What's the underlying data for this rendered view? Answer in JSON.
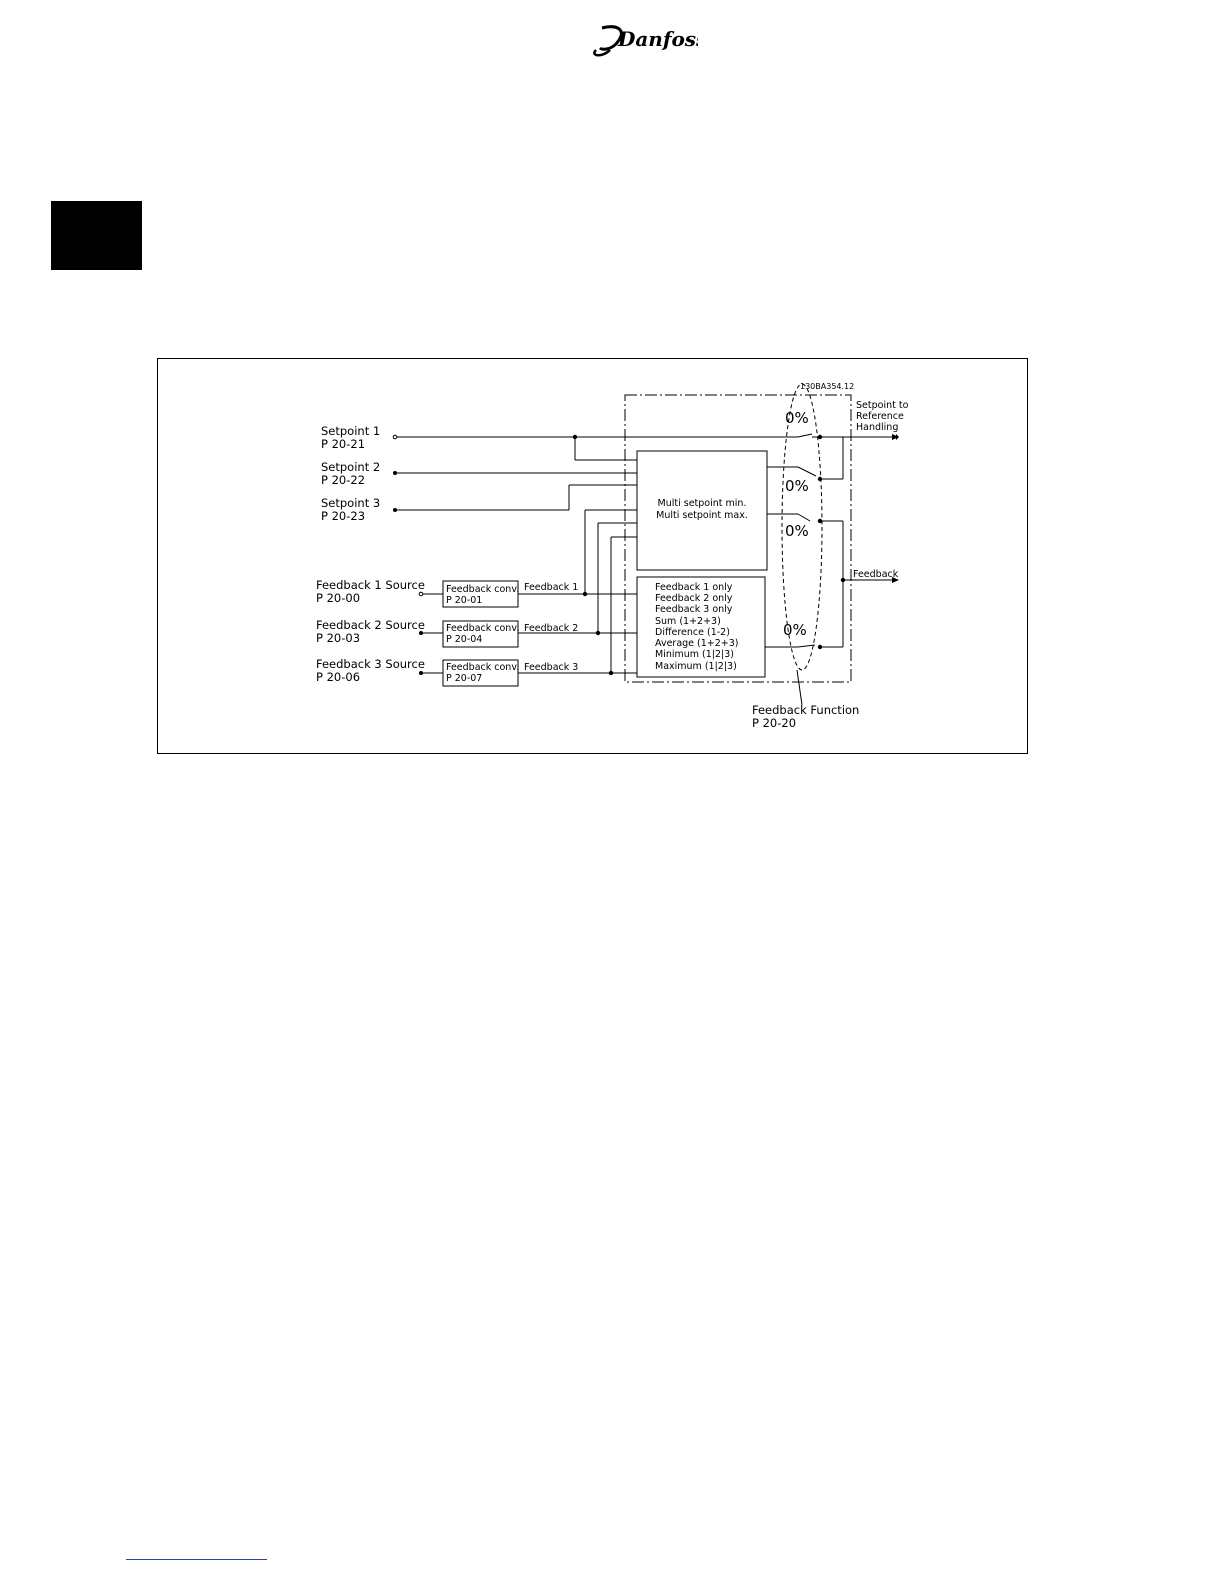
{
  "header": {
    "logo_text": "Danfoss"
  },
  "diagram": {
    "code": "130BA354.12",
    "setpoints": [
      {
        "name": "Setpoint 1",
        "param": "P 20-21"
      },
      {
        "name": "Setpoint 2",
        "param": "P 20-22"
      },
      {
        "name": "Setpoint 3",
        "param": "P 20-23"
      }
    ],
    "feedback_sources": [
      {
        "name": "Feedback 1 Source",
        "param": "P 20-00",
        "conv": "Feedback conv.",
        "conv_param": "P 20-01",
        "out": "Feedback 1"
      },
      {
        "name": "Feedback 2 Source",
        "param": "P 20-03",
        "conv": "Feedback conv.",
        "conv_param": "P 20-04",
        "out": "Feedback 2"
      },
      {
        "name": "Feedback 3 Source",
        "param": "P 20-06",
        "conv": "Feedback conv.",
        "conv_param": "P 20-07",
        "out": "Feedback 3"
      }
    ],
    "multi_setpoint": [
      "Multi setpoint min.",
      "Multi setpoint max."
    ],
    "feedback_functions": [
      "Feedback 1 only",
      "Feedback 2 only",
      "Feedback 3 only",
      "Sum (1+2+3)",
      "Difference (1-2)",
      "Average (1+2+3)",
      "Minimum (1|2|3)",
      "Maximum (1|2|3)"
    ],
    "switch_labels": [
      "0%",
      "0%",
      "0%",
      "0%"
    ],
    "output_setpoint": [
      "Setpoint to",
      "Reference",
      "Handling"
    ],
    "output_feedback": "Feedback",
    "feedback_function": {
      "name": "Feedback Function",
      "param": "P 20-20"
    }
  }
}
